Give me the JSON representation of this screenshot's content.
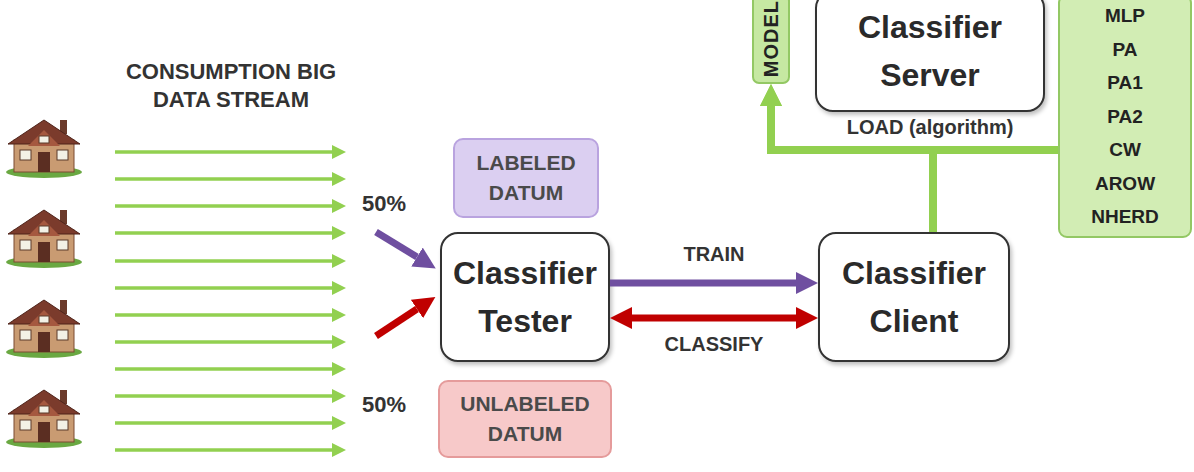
{
  "diagram": {
    "nodes": [
      {
        "text": [
          "MODEL"
        ]
      },
      {
        "text": [
          "Classifier Server"
        ]
      },
      {
        "text": [
          "MLP",
          "PA",
          "PA1",
          "PA2",
          "CW",
          "AROW",
          "NHERD"
        ]
      },
      {
        "text": [
          "LABELED DATUM"
        ]
      },
      {
        "text": [
          "Classifier Tester"
        ]
      },
      {
        "text": [
          "Classifier Client"
        ]
      },
      {
        "text": [
          "UNLABELED DATUM"
        ]
      }
    ],
    "edges": [
      {
        "from": 4,
        "to": 5,
        "label": "TRAIN",
        "arrow": "to"
      },
      {
        "from": 4,
        "to": 5,
        "label": "CLASSIFY",
        "arrow": "both"
      },
      {
        "from": 5,
        "to": 0,
        "arrow": "to"
      },
      {
        "from": 2,
        "to": 0,
        "label": "LOAD (algorithm)",
        "arrow": "to"
      }
    ],
    "labels": [
      "CONSUMPTION BIG DATA STREAM",
      "50%",
      "50%"
    ]
  }
}
